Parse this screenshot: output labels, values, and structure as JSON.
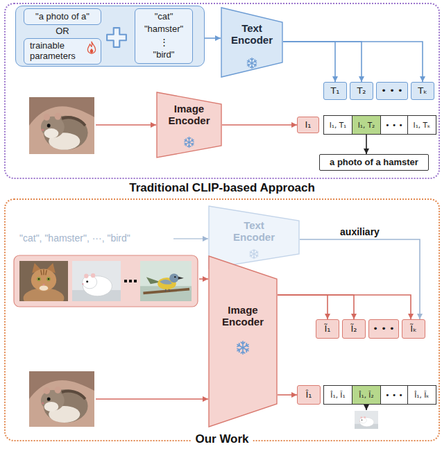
{
  "diagram": {
    "nodes": [
      {
        "text": [
          "Traditional CLIP-based Approach"
        ]
      },
      {
        "text": [
          "OR"
        ],
        "in": 0
      },
      {
        "text": [
          "\"a photo of a\""
        ],
        "in": 1
      },
      {
        "text": [
          "trainable parameters"
        ],
        "in": 1
      },
      {
        "text": [
          "\"cat\"",
          "\"hamster\"",
          "⋮",
          "\"bird\""
        ],
        "in": 1
      },
      {
        "text": [
          "Text Encoder"
        ],
        "in": 0
      },
      {
        "text": [
          "Image Encoder"
        ],
        "in": 0
      },
      {
        "text": [
          "I₁"
        ],
        "in": 0
      },
      {
        "text": [
          "T₁"
        ],
        "in": 0
      },
      {
        "text": [
          "T₂"
        ],
        "in": 0
      },
      {
        "text": [
          "• • •"
        ],
        "in": 0
      },
      {
        "text": [
          "Tₖ"
        ],
        "in": 0
      },
      {
        "text": [
          "I₁, T₁"
        ],
        "in": 0
      },
      {
        "text": [
          "I₁, T₂"
        ],
        "in": 0
      },
      {
        "text": [
          "• • •"
        ],
        "in": 0
      },
      {
        "text": [
          "I₁, Tₖ"
        ],
        "in": 0
      },
      {
        "text": [
          "a photo of a hamster"
        ],
        "in": 0
      },
      {
        "text": [
          "Our Work"
        ]
      },
      {
        "text": [
          "Text Encoder"
        ],
        "in": 17
      },
      {
        "text": [
          "Image Encoder"
        ],
        "in": 17
      },
      {
        "text": [
          "Ĩ₁"
        ],
        "in": 17
      },
      {
        "text": [
          "Ĩ₂"
        ],
        "in": 17
      },
      {
        "text": [
          "• • •"
        ],
        "in": 17
      },
      {
        "text": [
          "Ĩₖ"
        ],
        "in": 17
      },
      {
        "text": [
          "Î₁"
        ],
        "in": 17
      },
      {
        "text": [
          "Î₁, Ĩ₁"
        ],
        "in": 17
      },
      {
        "text": [
          "Î₁, Ĩ₂"
        ],
        "in": 17
      },
      {
        "text": [
          "• • •"
        ],
        "in": 17
      },
      {
        "text": [
          "Î₁, Ĩₖ"
        ],
        "in": 17
      }
    ],
    "edges": [
      {
        "from": 1,
        "to": 5,
        "arrow": "to"
      },
      {
        "from": 5,
        "to": 8,
        "arrow": "to"
      },
      {
        "from": 5,
        "to": 9,
        "arrow": "to"
      },
      {
        "from": 5,
        "to": 11,
        "arrow": "to"
      },
      {
        "from": 6,
        "to": 7,
        "arrow": "to"
      },
      {
        "from": 13,
        "to": 16,
        "arrow": "to"
      },
      {
        "from": 18,
        "to": 23,
        "label": "auxiliary",
        "arrow": "to"
      },
      {
        "from": 19,
        "to": 20,
        "arrow": "to"
      },
      {
        "from": 19,
        "to": 21,
        "arrow": "to"
      },
      {
        "from": 19,
        "to": 23,
        "arrow": "to"
      },
      {
        "from": 19,
        "to": 24,
        "arrow": "to"
      }
    ],
    "labels": [
      "\"cat\", \"hamster\", ···, \"bird\""
    ]
  }
}
